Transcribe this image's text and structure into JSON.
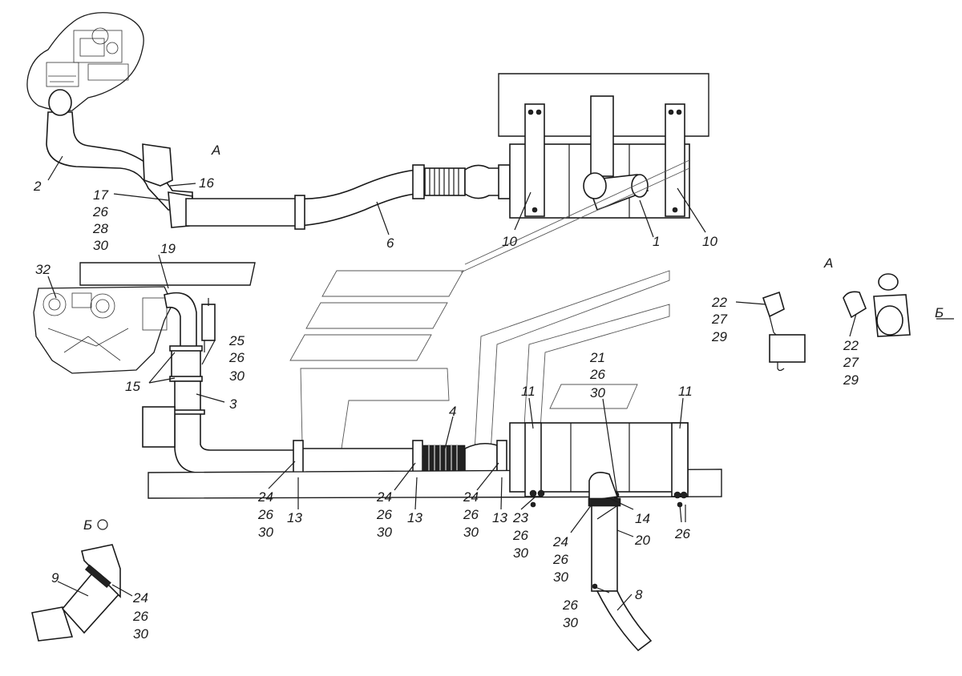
{
  "labels": {
    "n1": "1",
    "n2": "2",
    "n3": "3",
    "n4": "4",
    "n6": "6",
    "n8": "8",
    "n9": "9",
    "n10a": "10",
    "n10b": "10",
    "n11a": "11",
    "n11b": "11",
    "n13a": "13",
    "n13b": "13",
    "n13c": "13",
    "n14": "14",
    "n15": "15",
    "n16": "16",
    "n17": "17",
    "n19": "19",
    "n20": "20",
    "n21": "21",
    "n22a": "22",
    "n22b": "22",
    "n23": "23",
    "n25": "25",
    "n26a": "26",
    "n26b": "26",
    "n26c": "26",
    "n26d": "26",
    "n26e": "26",
    "n26f": "26",
    "n26g": "26",
    "n26h": "26",
    "n26i": "26",
    "n26j": "26",
    "n26k": "26",
    "n27a": "27",
    "n27b": "27",
    "n28": "28",
    "n29a": "29",
    "n29b": "29",
    "n30a": "30",
    "n30b": "30",
    "n30c": "30",
    "n30d": "30",
    "n30e": "30",
    "n30f": "30",
    "n30g": "30",
    "n30h": "30",
    "n30i": "30",
    "n30j": "30",
    "n24a": "24",
    "n24b": "24",
    "n24c": "24",
    "n24d": "24",
    "n24e": "24",
    "n32": "32",
    "viewA1": "А",
    "viewA2": "А",
    "viewB1": "Б",
    "viewB2": "Б"
  }
}
